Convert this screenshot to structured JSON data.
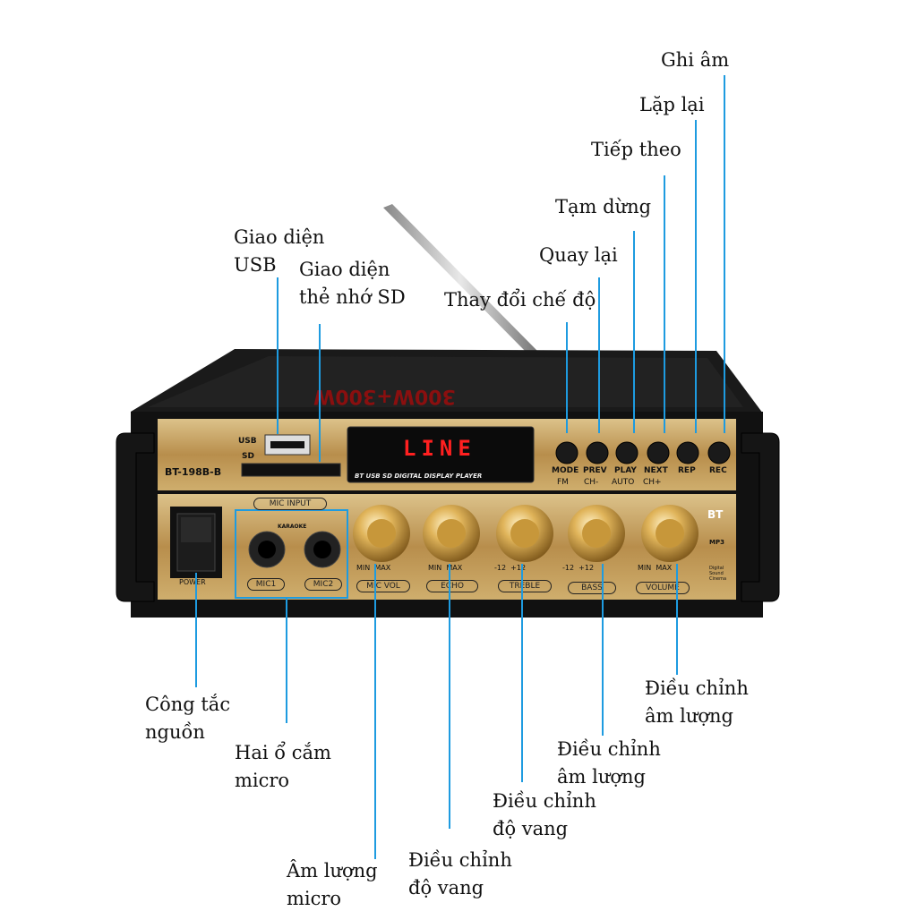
{
  "callouts": {
    "rec": "Ghi âm",
    "repeat": "Lặp lại",
    "next": "Tiếp theo",
    "pause": "Tạm dừng",
    "prev": "Quay lại",
    "mode": "Thay đổi chế độ",
    "usb": "Giao diện\nUSB",
    "sd": "Giao diện\nthẻ nhớ SD",
    "power": "Công tắc\nnguồn",
    "mic_jacks": "Hai ổ cắm\nmicro",
    "mic_vol": "Âm lượng\nmicro",
    "echo": "Điều chỉnh\nđộ vang",
    "treble": "Điều chỉnh\nđộ vang",
    "bass": "Điều chỉnh\nâm lượng",
    "volume": "Điều chỉnh\nâm lượng"
  },
  "device": {
    "model": "BT-198B-B",
    "top_print": "300W+300W",
    "display": "LINE",
    "display_caption": "BT USB SD DIGITAL DISPLAY PLAYER",
    "usb_label": "USB",
    "sd_label": "SD",
    "buttons": [
      "MODE",
      "PREV",
      "PLAY",
      "NEXT",
      "REP",
      "REC"
    ],
    "sub_labels": [
      "FM",
      "CH-",
      "AUTO",
      "CH+"
    ],
    "mic_input": "MIC INPUT",
    "karaoke": "KARAOKE",
    "mic1": "MIC1",
    "mic2": "MIC2",
    "power": "POWER",
    "knobs": [
      "MIC VOL",
      "ECHO",
      "TREBLE",
      "BASS",
      "VOLUME"
    ],
    "knob_ranges": [
      "MIN  MAX",
      "MIN  MAX",
      "-12  +12",
      "-12  +12",
      "MIN  MAX"
    ],
    "bt": "BT",
    "mp3": "MP3",
    "digital": "Digital\nSound\nCinema"
  },
  "colors": {
    "leader": "#1e9be0",
    "panel_gold": "#c9a560",
    "led": "#ff2020"
  }
}
